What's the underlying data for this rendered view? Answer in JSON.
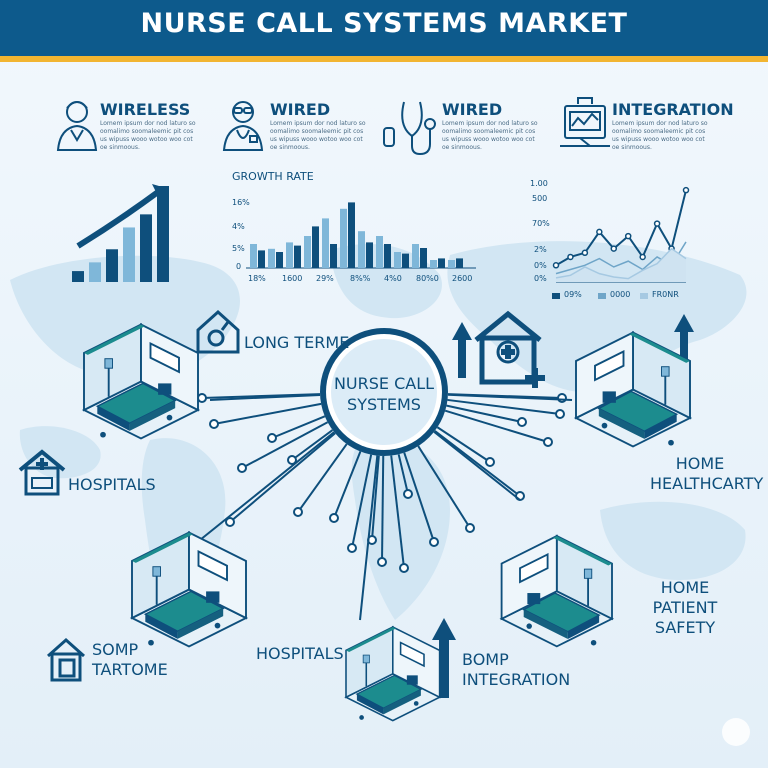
{
  "title": "NURSE CALL SYSTEMS MARKET",
  "features": [
    {
      "title": "WIRELESS",
      "icon": "nurse-icon",
      "desc": "Lomem ipsum dor nod laturo sooomalimo soomaleemic pit cosus wipuss wooo wotoo woo cotoe sinmoous."
    },
    {
      "title": "WIRED",
      "icon": "doctor-icon",
      "desc": "Lomem ipsum dor nod laturo sooomalimo soomaleemic pit cosus wipuss wooo wotoo woo cotoe sinmoous."
    },
    {
      "title": "WIRED",
      "icon": "stethoscope-icon",
      "desc": "Lomem ipsum dor nod laturo sooomalimo soomaleemic pit cosus wipuss wooo wotoo woo cotoe sinmoous."
    },
    {
      "title": "INTEGRATION",
      "icon": "monitor-icon",
      "desc": "Lomem ipsum dor nod laturo sooomalimo soomaleemic pit cosus wipuss wooo wotoo woo cotoe sinmoous."
    }
  ],
  "hub": {
    "line1": "NURSE CALL",
    "line2": "SYSTEMS"
  },
  "labels": {
    "long_term": "LONG TERME",
    "hospitals_left": "HOSPITALS",
    "home_health_1": "HOME",
    "home_health_2": "HEALTHCARTY",
    "home_safety_1": "HOME",
    "home_safety_2": "PATIENT SAFETY",
    "somp_1": "SOMP",
    "somp_2": "TARTOME",
    "hospitals_bottom": "HOSPITALS",
    "bomp_1": "BOMP",
    "bomp_2": "INTEGRATION"
  },
  "colors": {
    "primary": "#0e4f7c",
    "accent": "#f2b531",
    "teal": "#1c8c8e",
    "light": "#7fb7d9"
  },
  "chart_data": [
    {
      "type": "bar",
      "title": "",
      "values": [
        10,
        18,
        30,
        50,
        62,
        88
      ],
      "trend_arrow": "up"
    },
    {
      "type": "bar",
      "title": "GROWTH RATE",
      "ytick_labels": [
        "16%",
        "4%",
        "5%",
        "0"
      ],
      "xtick_labels": [
        "18%",
        "1600",
        "29%",
        "8%%",
        "4%0",
        "80%0",
        "2600"
      ],
      "series": [
        {
          "values": [
            30,
            24,
            32,
            40,
            62,
            74,
            46,
            40,
            20,
            30,
            10,
            10
          ]
        },
        {
          "values": [
            22,
            20,
            28,
            52,
            30,
            82,
            32,
            30,
            18,
            25,
            12,
            12
          ]
        }
      ]
    },
    {
      "type": "line",
      "title": "",
      "ytick_labels": [
        "1.00",
        "500",
        "70%",
        "2%",
        "0%",
        "0%"
      ],
      "legend": [
        "09%",
        "0000",
        "FR0NR"
      ],
      "legend_position": "bottom",
      "series": [
        {
          "values": [
            20,
            30,
            35,
            60,
            40,
            55,
            30,
            70,
            40,
            110
          ]
        },
        {
          "values": [
            10,
            15,
            20,
            28,
            18,
            25,
            15,
            30,
            20,
            48
          ]
        },
        {
          "values": [
            5,
            8,
            18,
            10,
            6,
            4,
            14,
            22,
            40,
            28
          ]
        }
      ]
    }
  ]
}
